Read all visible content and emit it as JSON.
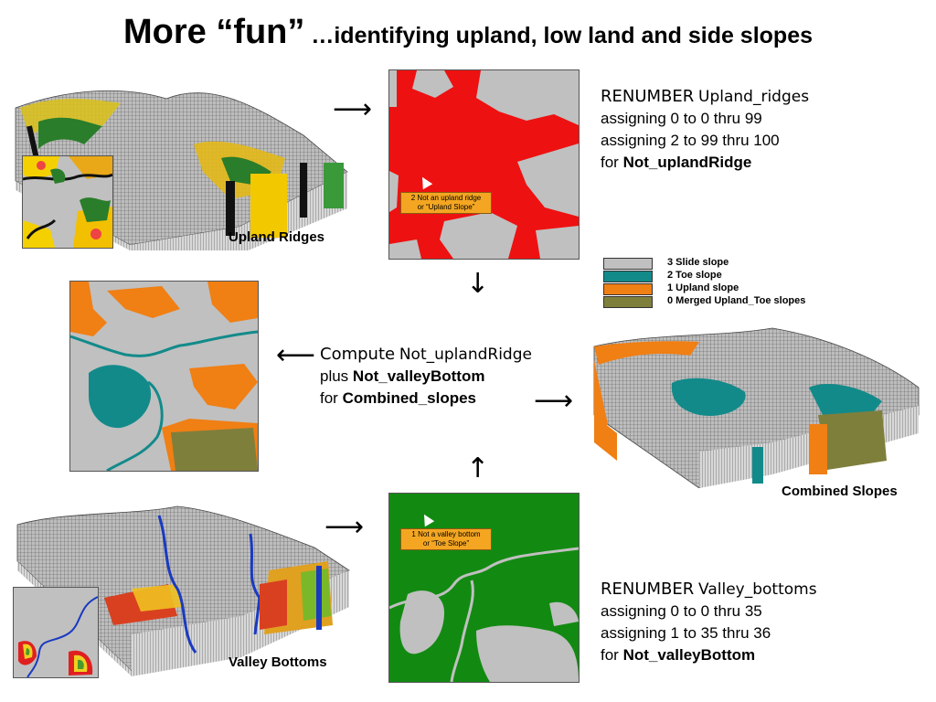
{
  "title": {
    "main": "More “fun”",
    "sub": " …identifying upland, low land and side slopes"
  },
  "captions": {
    "upland_ridges": "Upland Ridges",
    "valley_bottoms": "Valley Bottoms",
    "combined_slopes": "Combined Slopes"
  },
  "renumber_upland": {
    "keyword": "RENUMBER",
    "map": "Upland_ridges",
    "line1": "assigning 0 to 0 thru 99",
    "line2": "assigning 2 to 99 thru 100",
    "for_word": "for",
    "target": "Not_uplandRidge"
  },
  "compute": {
    "keyword": "Compute",
    "map": "Not_uplandRidge",
    "plus_word": "plus",
    "second": "Not_valleyBottom",
    "for_word": "for",
    "target": "Combined_slopes"
  },
  "renumber_valley": {
    "keyword": "RENUMBER",
    "map": "Valley_bottoms",
    "line1": "assigning 0 to 0 thru 35",
    "line2": "assigning 1 to 35 thru 36",
    "for_word": "for",
    "target": "Not_valleyBottom"
  },
  "callouts": {
    "upland": [
      "2 Not an upland ridge",
      "or “Upland Slope”"
    ],
    "valley": [
      "1 Not a valley bottom",
      "or “Toe Slope”"
    ]
  },
  "legend": [
    {
      "label": "3 Slide slope",
      "color": "#c0c0c0"
    },
    {
      "label": "2 Toe slope",
      "color": "#138a8a"
    },
    {
      "label": "1 Upland slope",
      "color": "#f07f14"
    },
    {
      "label": "0 Merged Upland_Toe slopes",
      "color": "#7f7f3c"
    }
  ],
  "colors": {
    "red": "#ee1111",
    "green": "#128a12",
    "gray": "#c0c0c0",
    "teal": "#138a8a",
    "orange": "#f07f14",
    "olive": "#7f7f3c"
  },
  "icons": [
    "arrow-right-icon",
    "arrow-down-icon",
    "arrow-left-icon",
    "arrow-up-icon",
    "cursor-icon"
  ]
}
